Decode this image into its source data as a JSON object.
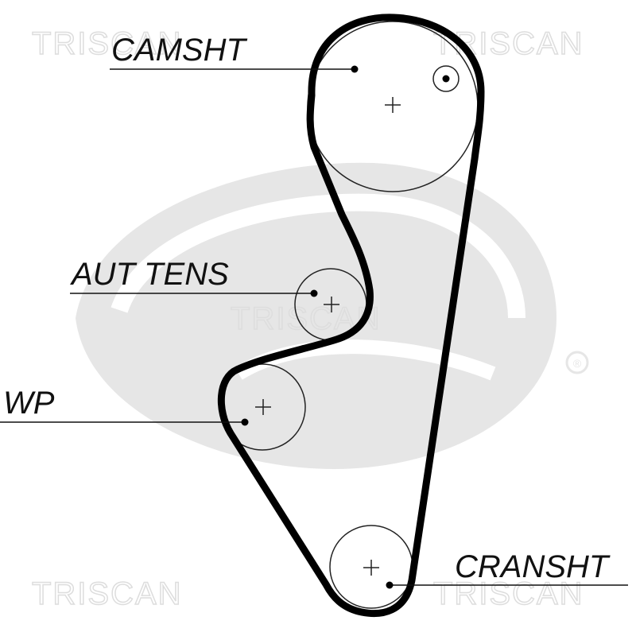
{
  "diagram": {
    "labels": {
      "camshaft": "CAMSHT",
      "auto_tensioner": "AUT TENS",
      "water_pump": "WP",
      "crankshaft": "CRANSHT"
    },
    "watermark": "TRISCAN",
    "registered_mark": "®",
    "colors": {
      "belt": "#000000",
      "pulley_outline": "#222222",
      "logo": "#e6e6e6",
      "watermark": "#dddddd"
    }
  }
}
